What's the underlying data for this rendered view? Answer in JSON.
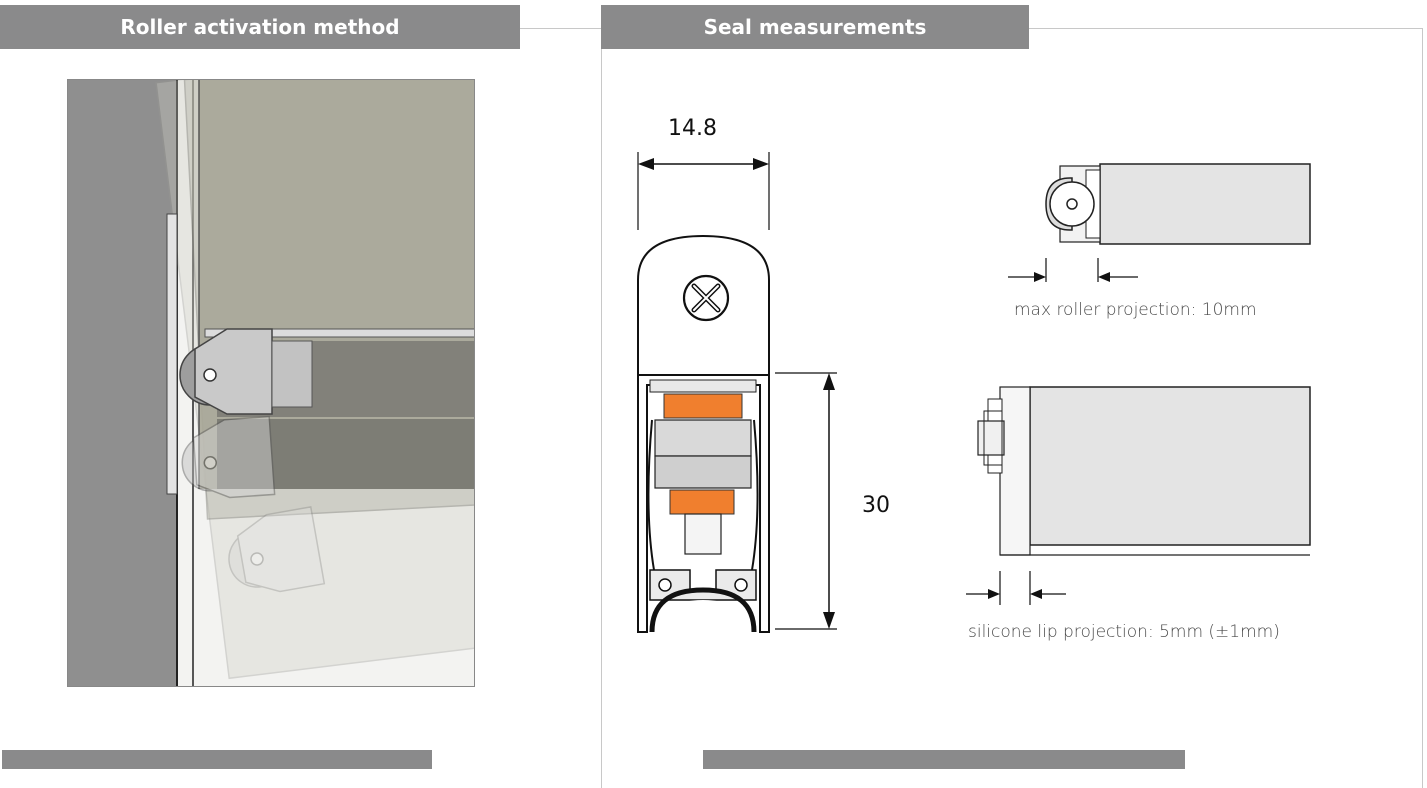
{
  "left_panel": {
    "title": "Roller activation method"
  },
  "right_panel": {
    "title": "Seal measurements",
    "width_dimension": "14.8",
    "height_dimension": "30",
    "roller_caption": "max roller projection: 10mm",
    "lip_caption": "silicone lip projection: 5mm (±1mm)"
  },
  "colors": {
    "tab": "#8a8a8b",
    "accent_orange": "#f07f2e",
    "door_tint": "#a7a697",
    "wall": "#8f8f8f"
  }
}
